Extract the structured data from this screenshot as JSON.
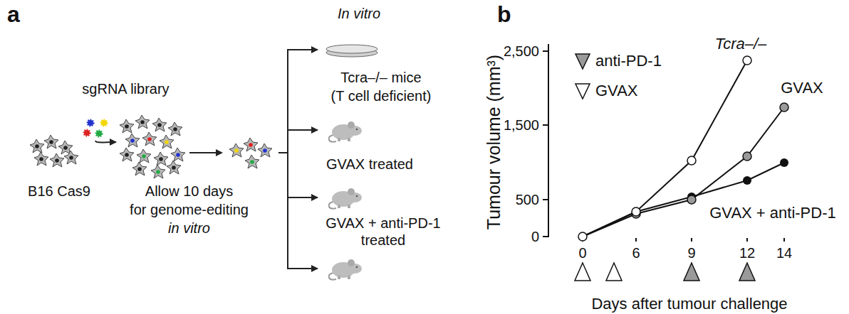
{
  "diagram": {
    "nodes": [
      {
        "text": [
          "sgRNA library"
        ]
      },
      {
        "text": [
          "B16 Cas9"
        ]
      },
      {
        "text": [
          "Allow 10 days for genome-editing in vitro"
        ]
      },
      {
        "text": [
          "In vitro"
        ]
      },
      {
        "text": [
          "Tcra–/– mice (T cell deficient)"
        ]
      },
      {
        "text": [
          "GVAX treated"
        ]
      },
      {
        "text": [
          "GVAX + anti-PD-1 treated"
        ]
      }
    ],
    "edges": [
      {
        "from": 0,
        "to": 2,
        "arrow": "to"
      },
      {
        "from": 2,
        "to": 3,
        "arrow": "to"
      },
      {
        "from": 2,
        "to": 4,
        "arrow": "to"
      },
      {
        "from": 2,
        "to": 5,
        "arrow": "to"
      },
      {
        "from": 2,
        "to": 6,
        "arrow": "to"
      }
    ],
    "labels": [
      "a",
      "b",
      "2,500",
      "1,500",
      "500",
      "0",
      "0",
      "6",
      "9",
      "12",
      "14",
      "Tumour volume (mm³)",
      "Days after tumour challenge",
      "Tcra–/–",
      "GVAX",
      "GVAX + anti-PD-1"
    ],
    "legend": [
      {
        "text": "anti-PD-1"
      },
      {
        "text": "GVAX"
      }
    ]
  }
}
